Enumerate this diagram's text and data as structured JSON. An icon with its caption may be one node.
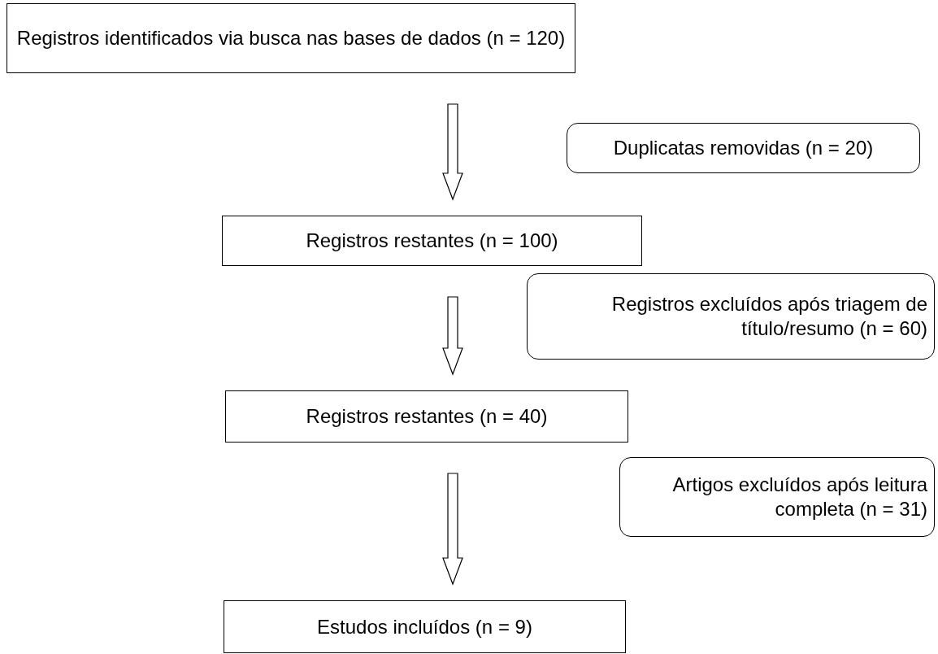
{
  "diagram": {
    "nodes": [
      {
        "text": [
          "Registros identificados via busca nas bases de dados (n = 120)"
        ]
      },
      {
        "text": [
          "Duplicatas removidas (n = 20)"
        ]
      },
      {
        "text": [
          "Registros restantes (n = 100)"
        ]
      },
      {
        "text": [
          "Registros excluídos após triagem de título/resumo (n = 60)"
        ]
      },
      {
        "text": [
          "Registros restantes (n = 40)"
        ]
      },
      {
        "text": [
          "Artigos excluídos após leitura completa (n = 31)"
        ]
      },
      {
        "text": [
          "Estudos incluídos (n = 9)"
        ]
      }
    ],
    "edges": [
      {
        "from": 0,
        "to": 2,
        "arrow": "to"
      },
      {
        "from": 2,
        "to": 4,
        "arrow": "to"
      },
      {
        "from": 4,
        "to": 6,
        "arrow": "to"
      }
    ]
  }
}
